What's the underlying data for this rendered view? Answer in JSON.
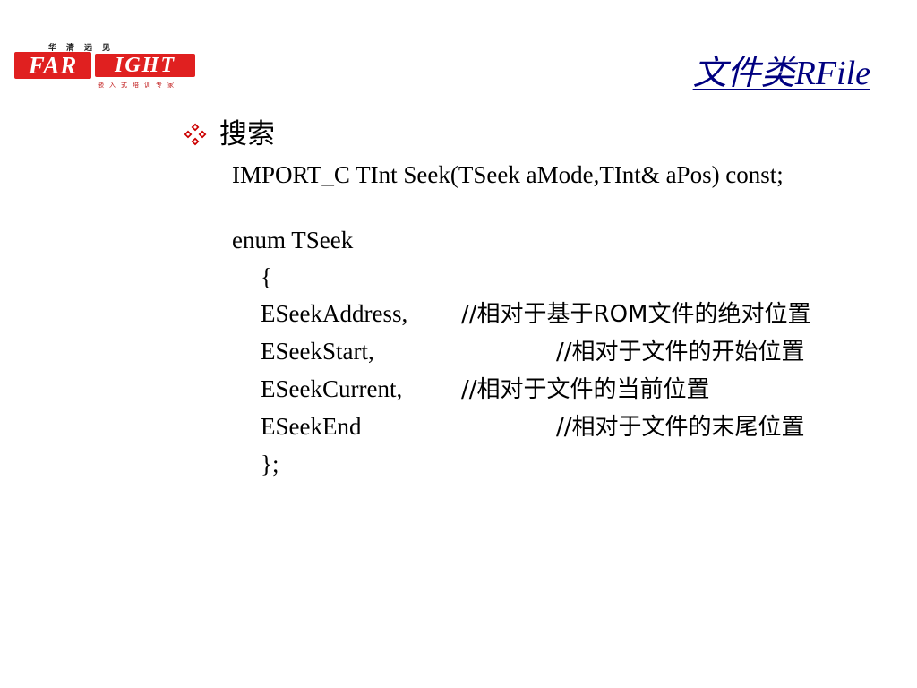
{
  "logo": {
    "top_text": "华清远见",
    "brand_left": "FAR",
    "brand_right": "IGHT",
    "tagline": "嵌入式培训专家"
  },
  "slide": {
    "title": "文件类RFile",
    "bullet": "搜索",
    "signature": "IMPORT_C TInt Seek(TSeek aMode,TInt& aPos) const;",
    "enum_decl": "enum TSeek",
    "open_brace": "{",
    "items": [
      {
        "name": "ESeekAddress,",
        "comment": "//相对于基于ROM文件的绝对位置"
      },
      {
        "name": "ESeekStart,",
        "comment": "//相对于文件的开始位置"
      },
      {
        "name": "ESeekCurrent,",
        "comment": "//相对于文件的当前位置"
      },
      {
        "name": "ESeekEnd",
        "comment": "//相对于文件的末尾位置"
      }
    ],
    "close_brace": "};"
  },
  "colors": {
    "title": "#000080",
    "logo_red": "#e02020",
    "bullet_red": "#cc0000"
  },
  "icons": {
    "bullet": "four-diamond-bullet-icon"
  }
}
